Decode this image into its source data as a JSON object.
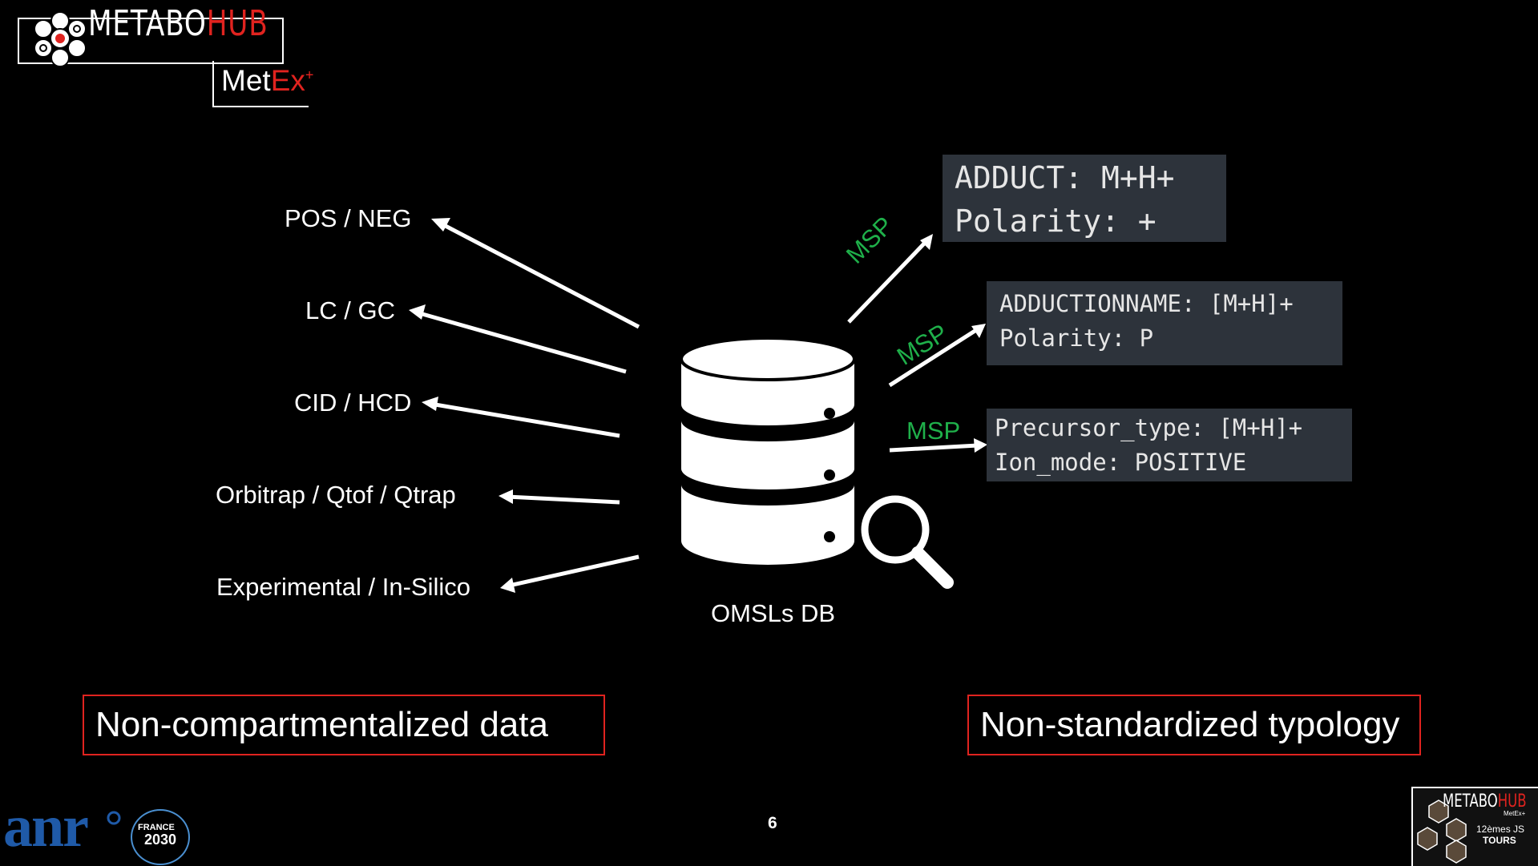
{
  "logo": {
    "metabo": "METABO",
    "hub": "HUB",
    "metex_met": "Met",
    "metex_ex": "Ex",
    "metex_sup": "+"
  },
  "left_labels": [
    "POS / NEG",
    "LC / GC",
    "CID / HCD",
    "Orbitrap / Qtof / Qtrap",
    "Experimental / In-Silico"
  ],
  "database": {
    "label": "OMSLs DB",
    "icon": "database-icon",
    "search_icon": "magnifier-icon"
  },
  "msp_labels": [
    "MSP",
    "MSP",
    "MSP"
  ],
  "code_boxes": [
    {
      "line1": "ADDUCT: M+H+",
      "line2": "Polarity: +"
    },
    {
      "line1": "ADDUCTIONNAME: [M+H]+",
      "line2": "Polarity: P"
    },
    {
      "line1": "Precursor_type: [M+H]+",
      "line2": "Ion_mode: POSITIVE"
    }
  ],
  "bottom": {
    "left_box": "Non-compartmentalized data",
    "right_box": "Non-standardized typology"
  },
  "page_number": "6",
  "footer": {
    "anr": "anr",
    "france_label": "FRANCE",
    "france_year": "2030",
    "thumb_metabo": "METABO",
    "thumb_hub": "HUB",
    "thumb_metex": "MetEx+",
    "thumb_js": "12èmes JS",
    "thumb_tours": "TOURS"
  },
  "colors": {
    "accent_red": "#e0231f",
    "msp_green": "#1fb04a",
    "code_bg": "#2d333b",
    "anr_blue": "#1f5aa8"
  }
}
